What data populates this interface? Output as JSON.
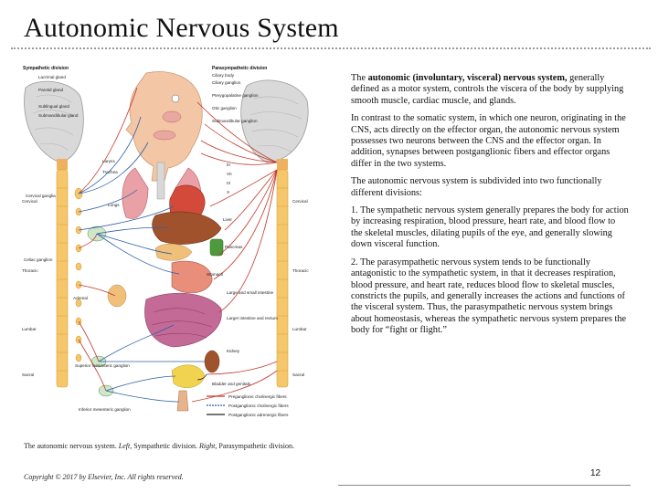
{
  "slide": {
    "title": "Autonomic Nervous System",
    "page_number": "12",
    "copyright": "Copyright © 2017 by Elsevier, Inc. All rights reserved."
  },
  "text": {
    "p1_lead": "The ",
    "p1_bold": "autonomic (involuntary, visceral) nervous system,",
    "p1_rest": " generally defined as a motor system, controls the viscera of the body by supplying smooth muscle, cardiac muscle, and glands.",
    "p2": "In contrast to the somatic system, in which one neuron, originating in the CNS, acts directly on the effector organ, the autonomic nervous system possesses two neurons between the CNS and the effector organ. In addition, synapses between postganglionic fibers and effector organs differ in the two systems.",
    "p3": "The autonomic nervous system is subdivided into two functionally different divisions:",
    "p4": "1. The sympathetic nervous system generally prepares the body for action by increasing respiration, blood pressure, heart rate, and blood flow to the skeletal muscles, dilating pupils of the eye, and generally slowing down visceral function.",
    "p5": "2. The parasympathetic nervous system tends to be functionally antagonistic to the sympathetic system, in that it decreases respiration, blood pressure, and heart rate, reduces blood flow to skeletal muscles, constricts the pupils, and generally increases the actions and functions of the visceral system. Thus, the parasympathetic nervous system brings about homeostasis, whereas the sympathetic nervous system prepares the body for “fight or flight.”"
  },
  "caption": {
    "lead": "The autonomic nervous system. ",
    "left_label": "Left,",
    "mid": " Sympathetic division. ",
    "right_label": "Right,",
    "tail": " Parasympathetic division."
  },
  "figure": {
    "sympathetic_heading": "Sympathetic division",
    "parasympathetic_heading": "Parasympathetic division",
    "left_labels": [
      "Lacrimal gland",
      "Parotid gland",
      "Sublingual gland",
      "Submandibular gland",
      "Larynx",
      "Trachea",
      "Lungs",
      "Cervical ganglia",
      "Celiac ganglion",
      "Adrenal",
      "Superior mesenteric ganglion",
      "Inferior mesenteric ganglion"
    ],
    "head_right_labels": [
      "Ciliary body",
      "Ciliary ganglion",
      "Pterygopalatine ganglion",
      "Otic ganglion",
      "Submandibular ganglion"
    ],
    "organ_labels": [
      "Liver",
      "Pancreas",
      "Stomach",
      "Large and small intestine",
      "Larger intestine and rectum",
      "Kidney",
      "Bladder and genitals"
    ],
    "cranial_nerves": [
      "III",
      "VII",
      "IX",
      "X"
    ],
    "spinal_regions": [
      "Cervical",
      "Thoracic",
      "Lumbar",
      "Sacral"
    ],
    "legend": [
      "Preganglionic cholinergic fibers",
      "Postganglionic cholinergic fibers",
      "Postganglionic adrenergic fibers"
    ],
    "colors": {
      "brain": "#d9d9d9",
      "cord": "#f5c76a",
      "skin": "#f3c6a6",
      "heart": "#d44a3a",
      "liver": "#a0522d",
      "green": "#4c9a3c",
      "intestine": "#c46a96",
      "fiber_red": "#c0392b",
      "fiber_blue": "#2f5fa8",
      "fiber_black": "#222222"
    }
  }
}
